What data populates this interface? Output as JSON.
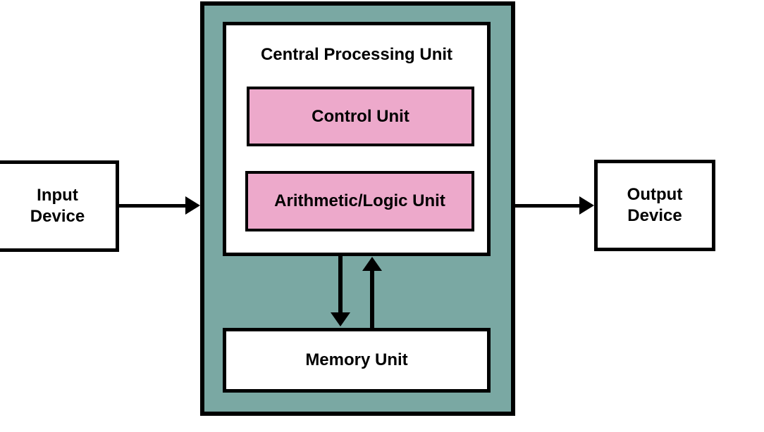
{
  "colors": {
    "cpu_background": "#7AA8A3",
    "inner_unit_fill": "#EDA9CB",
    "box_fill": "#FFFFFF",
    "outline": "#000000"
  },
  "cpu": {
    "title": "Central Processing Unit",
    "control_unit_label": "Control Unit",
    "alu_label": "Arithmetic/Logic Unit",
    "memory_unit_label": "Memory Unit"
  },
  "devices": {
    "input_label": "Input\nDevice",
    "output_label": "Output\nDevice"
  }
}
